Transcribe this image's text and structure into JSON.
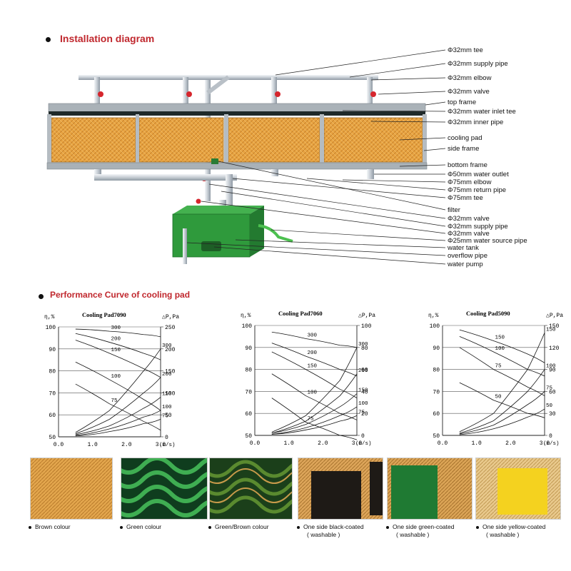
{
  "installation": {
    "title": "Installation diagram",
    "labels": [
      "Φ32mm  tee",
      "Φ32mm  supply  pipe",
      "Φ32mm  elbow",
      "Φ32mm  valve",
      "top frame",
      "Φ32mm  water inlet tee",
      "Φ32mm  inner pipe",
      "cooling pad",
      "side frame",
      "bottom frame",
      "Φ50mm  water outlet",
      "Φ75mm  elbow",
      "Φ75mm  return pipe",
      "Φ75mm  tee",
      "filter",
      "Φ32mm  valve",
      "Φ32mm  supply  pipe",
      "Φ32mm  valve",
      "Φ25mm  water source pipe",
      "water tank",
      "overflow pipe",
      "water pump"
    ]
  },
  "performance": {
    "title": "Performance Curve of cooling pad"
  },
  "chart_data": [
    {
      "type": "line",
      "title": "Cooling Pad7090",
      "left_axis_label": "η,%",
      "right_axis_label": "△P,Pa",
      "xlabel": "(m/s)",
      "x_ticks": [
        "0.0",
        "1.0",
        "2.0",
        "3.0"
      ],
      "xlim": [
        0,
        3
      ],
      "left_ticks": [
        "100",
        "90",
        "80",
        "70",
        "60",
        "50"
      ],
      "ylim_left": [
        50,
        100
      ],
      "right_ticks": [
        "250",
        "200",
        "150",
        "100",
        "50",
        "0"
      ],
      "ylim_right": [
        0,
        250
      ],
      "efficiency_curves": [
        {
          "name": "300",
          "x": [
            0.5,
            1.5,
            2.5,
            3.0
          ],
          "y": [
            99,
            98,
            96.5,
            95.5
          ]
        },
        {
          "name": "200",
          "x": [
            0.5,
            1.5,
            2.5,
            3.0
          ],
          "y": [
            97,
            93,
            88,
            85
          ]
        },
        {
          "name": "150",
          "x": [
            0.5,
            1.5,
            2.5,
            3.0
          ],
          "y": [
            94,
            88,
            81,
            77
          ]
        },
        {
          "name": "100",
          "x": [
            0.5,
            1.5,
            2.5,
            3.0
          ],
          "y": [
            84,
            76,
            67,
            62
          ]
        },
        {
          "name": "75",
          "x": [
            0.5,
            1.5,
            2.5,
            3.0
          ],
          "y": [
            74,
            65,
            57,
            53
          ]
        }
      ],
      "pressure_curves": [
        {
          "name": "300",
          "x": [
            0.5,
            1.5,
            2.5,
            3.0
          ],
          "y": [
            10,
            60,
            150,
            200
          ]
        },
        {
          "name": "200",
          "x": [
            0.5,
            1.5,
            2.5,
            3.0
          ],
          "y": [
            7,
            40,
            100,
            135
          ]
        },
        {
          "name": "150",
          "x": [
            0.5,
            1.5,
            2.5,
            3.0
          ],
          "y": [
            5,
            25,
            65,
            90
          ]
        },
        {
          "name": "100",
          "x": [
            0.5,
            1.5,
            2.5,
            3.0
          ],
          "y": [
            3,
            18,
            45,
            60
          ]
        },
        {
          "name": "75",
          "x": [
            0.5,
            1.5,
            2.5,
            3.0
          ],
          "y": [
            2,
            12,
            30,
            40
          ]
        }
      ]
    },
    {
      "type": "line",
      "title": "Cooling Pad7060",
      "left_axis_label": "η,%",
      "right_axis_label": "△P,Pa",
      "xlabel": "(m/s)",
      "x_ticks": [
        "0.0",
        "1.0",
        "2.0",
        "3.0"
      ],
      "xlim": [
        0,
        3
      ],
      "left_ticks": [
        "100",
        "90",
        "80",
        "70",
        "60",
        "50"
      ],
      "ylim_left": [
        50,
        100
      ],
      "right_ticks": [
        "100",
        "80",
        "60",
        "40",
        "20",
        "0"
      ],
      "ylim_right": [
        0,
        100
      ],
      "efficiency_curves": [
        {
          "name": "300",
          "x": [
            0.5,
            1.5,
            2.5,
            3.0
          ],
          "y": [
            97,
            94,
            91,
            90
          ]
        },
        {
          "name": "200",
          "x": [
            0.5,
            1.5,
            2.5,
            3.0
          ],
          "y": [
            92,
            86,
            80,
            77
          ]
        },
        {
          "name": "150",
          "x": [
            0.5,
            1.5,
            2.5,
            3.0
          ],
          "y": [
            88,
            80,
            71,
            67
          ]
        },
        {
          "name": "100",
          "x": [
            0.5,
            1.5,
            2.5,
            3.0
          ],
          "y": [
            78,
            68,
            60,
            57
          ]
        },
        {
          "name": "75",
          "x": [
            0.5,
            1.5,
            2.5,
            3.0
          ],
          "y": [
            67,
            56,
            50,
            48
          ]
        }
      ],
      "pressure_curves": [
        {
          "name": "300",
          "x": [
            0.5,
            1.5,
            2.5,
            3.0
          ],
          "y": [
            3,
            18,
            50,
            80
          ]
        },
        {
          "name": "200",
          "x": [
            0.5,
            1.5,
            2.5,
            3.0
          ],
          "y": [
            2,
            13,
            36,
            56
          ]
        },
        {
          "name": "150",
          "x": [
            0.5,
            1.5,
            2.5,
            3.0
          ],
          "y": [
            2,
            10,
            26,
            38
          ]
        },
        {
          "name": "100",
          "x": [
            0.5,
            1.5,
            2.5,
            3.0
          ],
          "y": [
            1,
            7,
            18,
            26
          ]
        },
        {
          "name": "75",
          "x": [
            0.5,
            1.5,
            2.5,
            3.0
          ],
          "y": [
            1,
            5,
            13,
            18
          ]
        }
      ]
    },
    {
      "type": "line",
      "title": "Cooling Pad5090",
      "left_axis_label": "η,%",
      "right_axis_label": "△P,Pa",
      "xlabel": "(m/s)",
      "x_ticks": [
        "0.0",
        "1.0",
        "2.0",
        "3.0"
      ],
      "xlim": [
        0,
        3
      ],
      "left_ticks": [
        "100",
        "90",
        "80",
        "70",
        "60",
        "50"
      ],
      "ylim_left": [
        50,
        100
      ],
      "right_ticks": [
        "150",
        "120",
        "90",
        "60",
        "30",
        "0"
      ],
      "ylim_right": [
        0,
        150
      ],
      "efficiency_curves": [
        {
          "name": "150",
          "x": [
            0.5,
            1.5,
            2.5,
            3.0
          ],
          "y": [
            98,
            93,
            87,
            83
          ]
        },
        {
          "name": "100",
          "x": [
            0.5,
            1.5,
            2.5,
            3.0
          ],
          "y": [
            95,
            88,
            80,
            77
          ]
        },
        {
          "name": "75",
          "x": [
            0.5,
            1.5,
            2.5,
            3.0
          ],
          "y": [
            90,
            80,
            72,
            68
          ]
        },
        {
          "name": "50",
          "x": [
            0.5,
            1.5,
            2.5,
            3.0
          ],
          "y": [
            74,
            66,
            60,
            58
          ]
        }
      ],
      "pressure_curves": [
        {
          "name": "150",
          "x": [
            0.5,
            1.5,
            2.5,
            3.0
          ],
          "y": [
            5,
            30,
            90,
            140
          ]
        },
        {
          "name": "100",
          "x": [
            0.5,
            1.5,
            2.5,
            3.0
          ],
          "y": [
            3,
            20,
            60,
            90
          ]
        },
        {
          "name": "75",
          "x": [
            0.5,
            1.5,
            2.5,
            3.0
          ],
          "y": [
            2,
            14,
            42,
            60
          ]
        },
        {
          "name": "50",
          "x": [
            0.5,
            1.5,
            2.5,
            3.0
          ],
          "y": [
            1,
            9,
            25,
            36
          ]
        }
      ]
    }
  ],
  "swatches": [
    {
      "caption": "Brown colour",
      "caption_sub": ""
    },
    {
      "caption": "Green colour",
      "caption_sub": ""
    },
    {
      "caption": "Green/Brown colour",
      "caption_sub": ""
    },
    {
      "caption": "One side black-coated",
      "caption_sub": "( washable )"
    },
    {
      "caption": "One side green-coated",
      "caption_sub": "( washable )"
    },
    {
      "caption": "One side yellow-coated",
      "caption_sub": "( washable )"
    }
  ]
}
